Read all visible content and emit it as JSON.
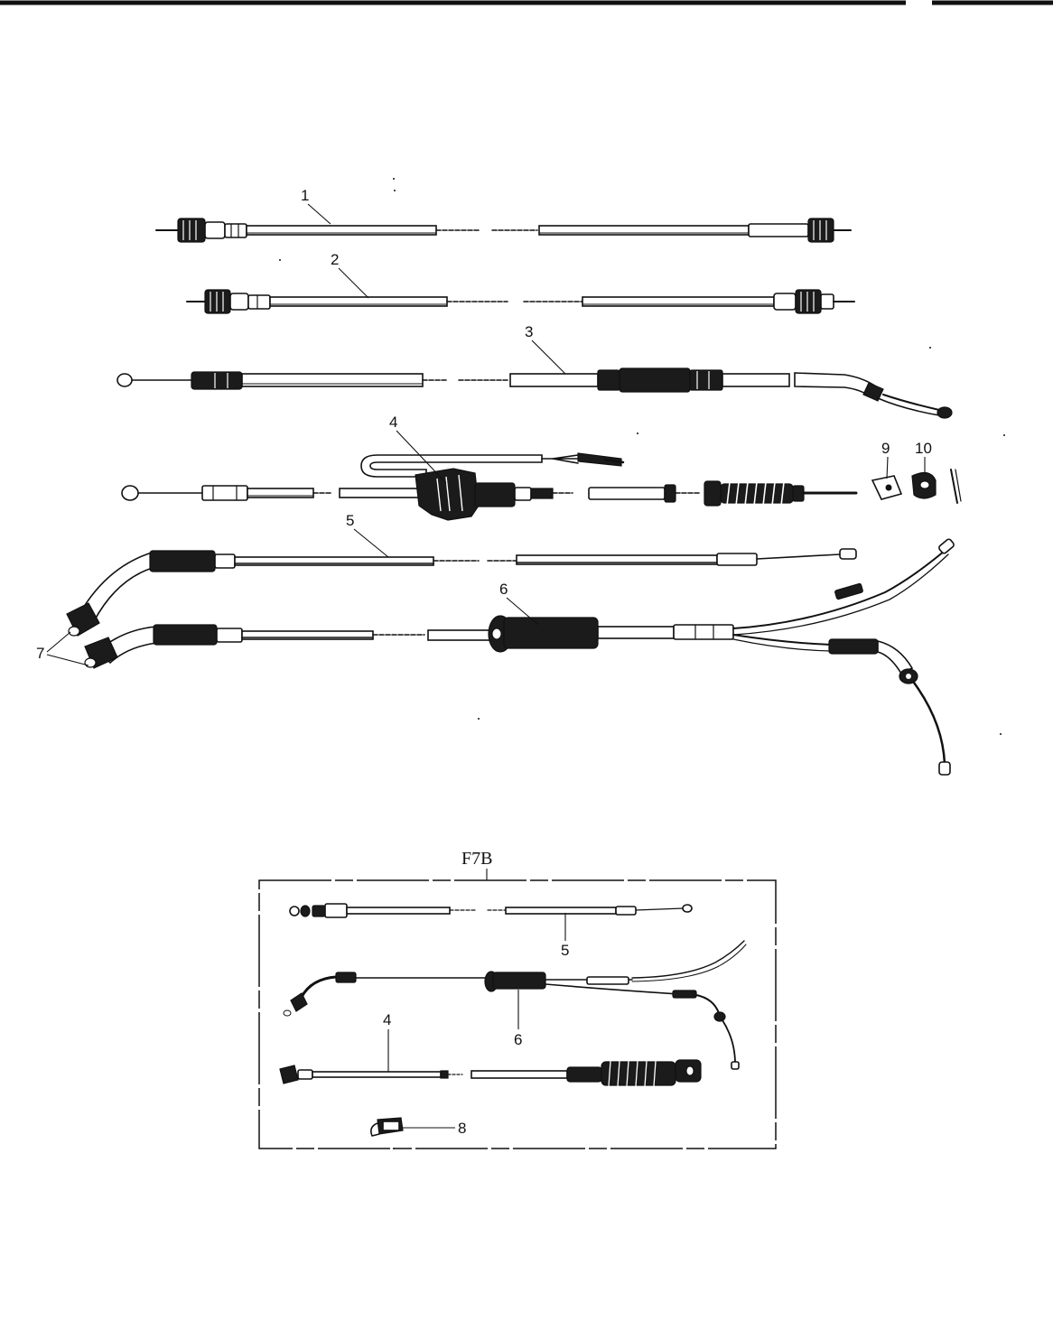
{
  "diagram": {
    "callouts": [
      "1",
      "2",
      "3",
      "4",
      "5",
      "6",
      "7",
      "9",
      "10"
    ],
    "inset": {
      "title": "F7B",
      "callouts": [
        "5",
        "6",
        "4",
        "8"
      ]
    }
  }
}
